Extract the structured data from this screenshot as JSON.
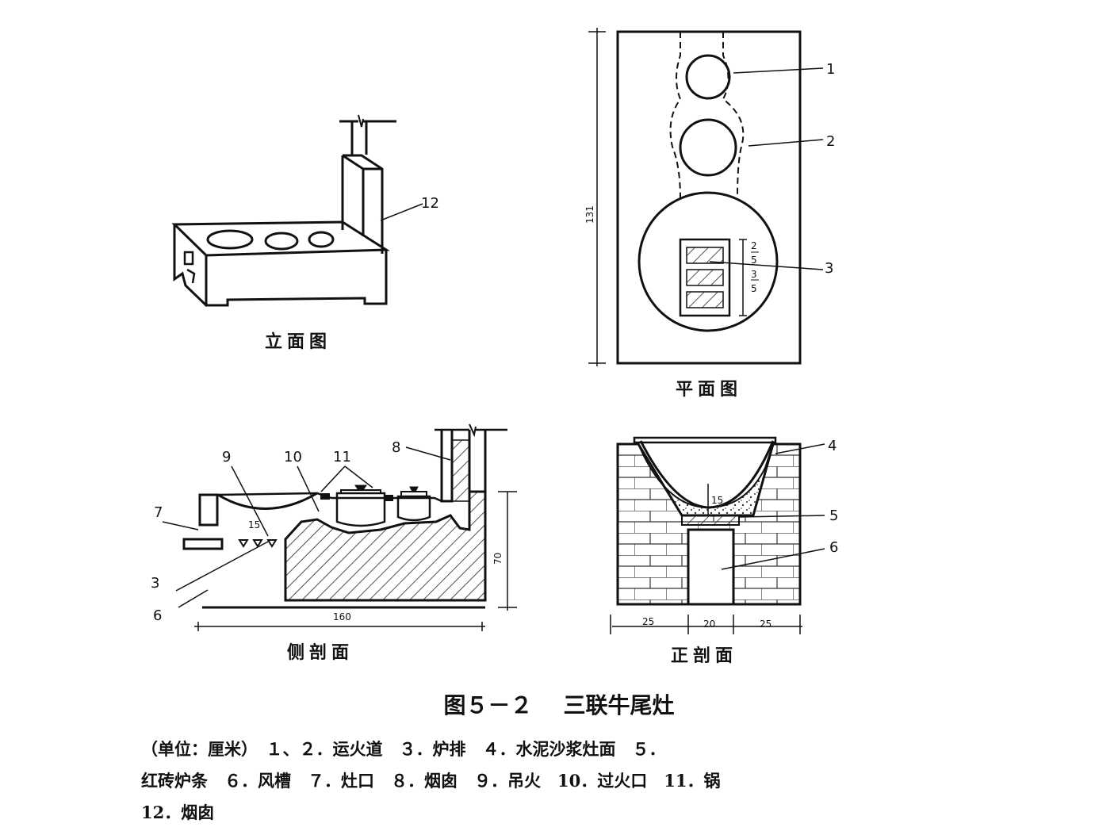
{
  "views": {
    "elevation": "立面图",
    "plan": "平面图",
    "side_section": "侧剖面",
    "front_section": "正剖面"
  },
  "labels": {
    "n1": "1",
    "n2": "2",
    "n3": "3",
    "n4": "4",
    "n5": "5",
    "n6": "6",
    "n7": "7",
    "n8": "8",
    "n9": "9",
    "n10": "10",
    "n11": "11",
    "n12": "12"
  },
  "dims": {
    "plan_length": "131",
    "grate_a": "2",
    "grate_b": "5",
    "grate_c": "3",
    "grate_d": "5",
    "side_drop": "15",
    "side_height": "70",
    "side_length": "160",
    "front_depth": "15",
    "front_left": "25",
    "front_mid": "20",
    "front_right": "25"
  },
  "caption": {
    "figure_no": "图５－２",
    "title": "三联牛尾灶"
  },
  "notes": {
    "line1": "（单位：厘米）　１、２．运火道　３．炉排　４．水泥沙浆灶面　５．",
    "line2": "红砖炉条　６．风槽　７．灶口　８．烟囱　９．吊火　10．过火口　11．锅",
    "line3": "12．烟囱"
  }
}
